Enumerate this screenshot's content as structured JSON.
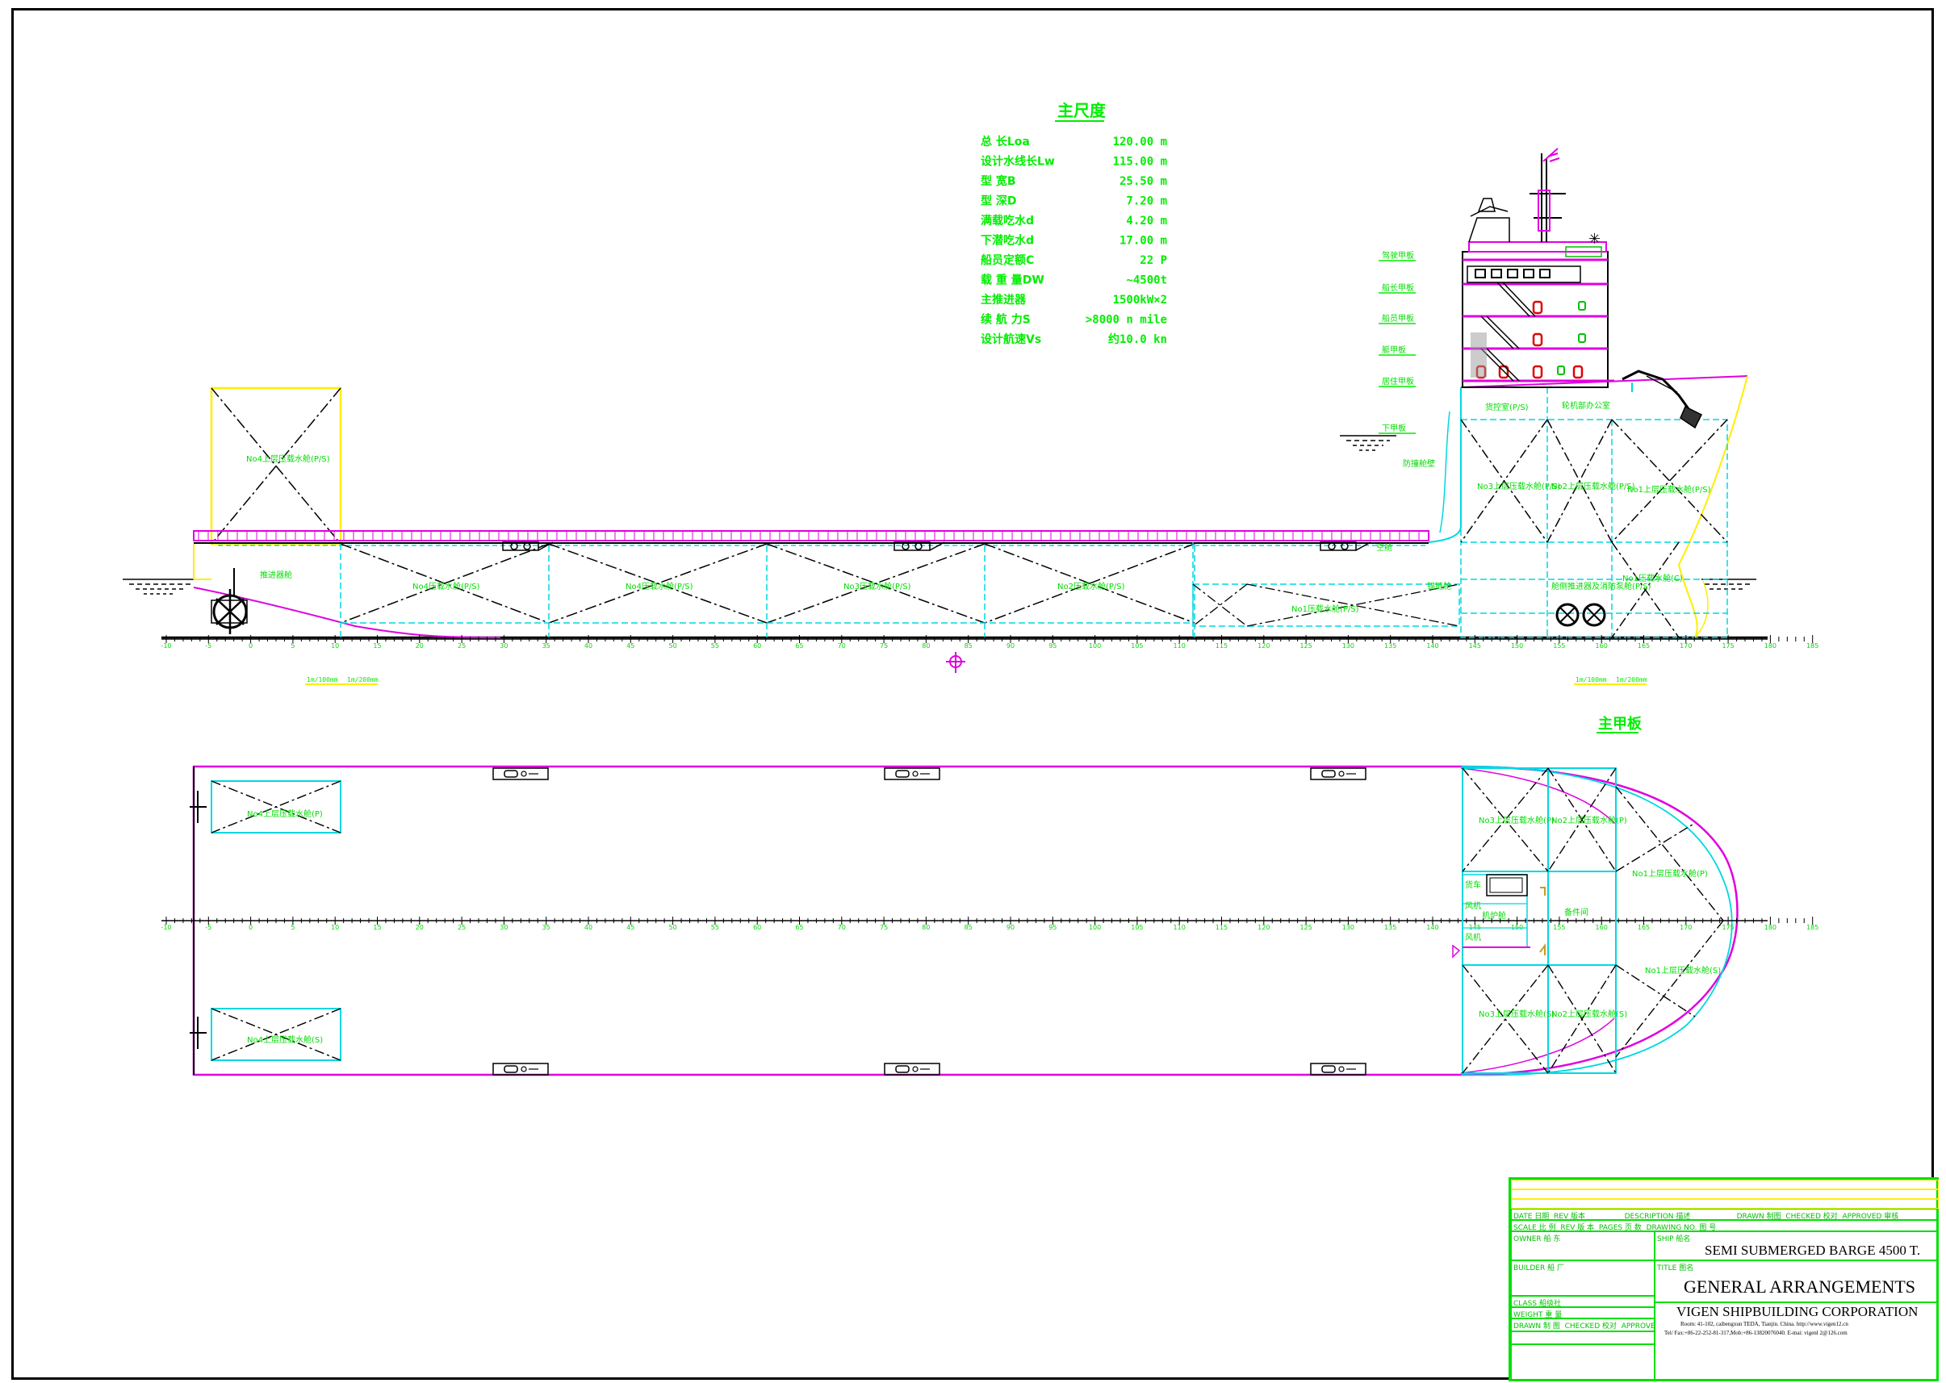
{
  "dimensions_table": {
    "title": "主尺度",
    "rows": [
      {
        "label": "总 长Loa",
        "value": "120.00 m"
      },
      {
        "label": "设计水线长Lw",
        "value": "115.00 m"
      },
      {
        "label": "型 宽B",
        "value": "25.50 m"
      },
      {
        "label": "型 深D",
        "value": "7.20 m"
      },
      {
        "label": "满载吃水d",
        "value": "4.20 m"
      },
      {
        "label": "下潜吃水d",
        "value": "17.00 m"
      },
      {
        "label": "船员定额C",
        "value": "22 P"
      },
      {
        "label": "载 重 量DW",
        "value": "~4500t"
      },
      {
        "label": "主推进器",
        "value": "1500kW×2"
      },
      {
        "label": "续 航 力S",
        "value": ">8000 n mile"
      },
      {
        "label": "设计航速Vs",
        "value": "约10.0 kn"
      }
    ]
  },
  "deck_levels": [
    "驾驶甲板",
    "船长甲板",
    "船员甲板",
    "艇甲板",
    "居住甲板",
    "下甲板"
  ],
  "profile_labels": {
    "tank_aft": "No4上层压载水舱(P/S)",
    "tanks_main": [
      "No4压载水舱(P/S)",
      "No4压载水舱(P/S)",
      "No3压载水舱(P/S)",
      "No2压载水舱(P/S)"
    ],
    "tank_low": "No1压载水舱(P/S)",
    "fwd_tanks": [
      "No3上层压载水舱(P/S)",
      "No2上层压载水舱(P/S)",
      "No1上层压载水舱(P/S)"
    ],
    "engine_room": "推进器舱",
    "fwd_misc": [
      "轮机部办公室",
      "货控室(P/S)",
      "防撞舱壁",
      "空舱",
      "锚链舱"
    ],
    "fwd_store": "舱侧推进器及消防泵舱(P/S)",
    "bow_tank": "No1压载水舱(C)",
    "main_deck_title": "主甲板",
    "scale_left": [
      "1m/100mm",
      "1m/200mm"
    ],
    "scale_right": [
      "1m/100mm",
      "1m/200mm"
    ]
  },
  "plan_labels": {
    "aft_p": "No4上层压载水舱(P)",
    "aft_s": "No4上层压载水舱(S)",
    "fwd_p": [
      "No3上层压载水舱(P)",
      "No2上层压载水舱(P)",
      "No1上层压载水舱(P)"
    ],
    "fwd_s": [
      "No3上层压载水舱(S)",
      "No2上层压载水舱(S)",
      "No1上层压载水舱(S)"
    ],
    "mid": [
      "货车",
      "风机",
      "风机",
      "机炉舱",
      "备件间"
    ]
  },
  "frame_numbers": [
    "-10",
    "-5",
    "0",
    "5",
    "10",
    "15",
    "20",
    "25",
    "30",
    "35",
    "40",
    "45",
    "50",
    "55",
    "60",
    "65",
    "70",
    "75",
    "80",
    "85",
    "90",
    "95",
    "100",
    "105",
    "110",
    "115",
    "120",
    "125",
    "130",
    "135",
    "140",
    "145",
    "150",
    "155",
    "160",
    "165",
    "170",
    "175",
    "180",
    "185"
  ],
  "title_block": {
    "header_row1": [
      "DATE 日期",
      "REV 版本",
      "DESCRIPTION 描述",
      "DRAWN 制图",
      "CHECKED 校对",
      "APPROVED 审核"
    ],
    "header_row2": [
      "SCALE 比 例",
      "REV 版 本",
      "PAGES 页 数",
      "DRAWING NO. 图 号"
    ],
    "owner_label": "OWNER 船 东",
    "ship_label": "SHIP 船名",
    "ship_name": "SEMI SUBMERGED BARGE 4500 T.",
    "builder_label": "BUILDER 船 厂",
    "title_label": "TITLE 图名",
    "drawing_title": "GENERAL ARRANGEMENTS",
    "class_label": "CLASS 船级社",
    "weight_label": "WEIGHT 重 量",
    "bottom_row": [
      "DRAWN 制 图",
      "CHECKED 校对",
      "APPROVED 审核"
    ],
    "company": "VIGEN SHIPBUILDING CORPORATION",
    "address": "Room: 41-102, caibengxun TEDA, Tianjin. China. http://www.vigen12.cn",
    "contact": "Tel/ Fax:+86-22-252-81-317,Mob:+86-13820076040. E-mai: vigenl 2@126.com"
  },
  "colors": {
    "outline": "#e000e0",
    "structure": "#000000",
    "tank_border": "#00d8e0",
    "label": "#00e000",
    "highlight": "#ffee00",
    "accent_red": "#e00000"
  }
}
